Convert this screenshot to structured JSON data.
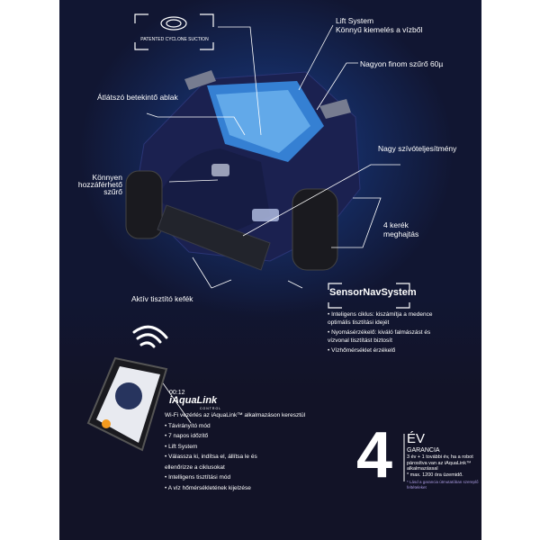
{
  "badges": {
    "cyclone": "PATENTED CYCLONE SUCTION",
    "sensor_nav": "SensorNavSystem",
    "aqualink": "iAquaLink",
    "aqualink_sub": "CONTROL"
  },
  "callouts": {
    "lift_system_title": "Lift System",
    "lift_system_desc": "Könnyű kiemelés a vízből",
    "filter": "Nagyon finom szűrő 60µ",
    "window": "Átlátszó betekintő ablak",
    "suction": "Nagy szívóteljesítmény",
    "easy_filter": [
      "Könnyen",
      "hozzáférhető",
      "szűrő"
    ],
    "wheels": [
      "4 kerék",
      "meghajtás"
    ],
    "brushes": "Aktív tisztító kefék"
  },
  "sensor_features": [
    "• Inteligens ciklus: kiszámítja a medence optimális tisztítási idejét",
    "• Nyomásérzékelő: kiváló falmászást és vízvonal tisztítást biztosít",
    "• Vízhőmérséklet érzékelő"
  ],
  "app_features": {
    "intro": "Wi-Fi vezérlés az iAquaLink™ alkalmazáson keresztül",
    "items": [
      "• Távirányító mód",
      "• 7 napos időzítő",
      "• Lift System",
      "• Válassza ki, indítsa el, állítsa le és ellenőrizze a ciklusokat",
      "• Intelligens tisztítási mód",
      "• A víz hőmérsékletének kijelzése"
    ]
  },
  "phone": {
    "timer": "00:12"
  },
  "warranty": {
    "number": "4",
    "unit": "ÉV",
    "label": "GARANCIA",
    "desc": "3 év + 1 további év, ha a robot párosítva van az iAquaLink™ alkalmazással",
    "max": "* max. 1200 óra üzemidő.",
    "note": "* Lásd a garancia útmutatóban szereplő feltételeket"
  },
  "colors": {
    "background": "#121327",
    "glow": "#1f3f86",
    "robot": "#1b2150",
    "water": "#3fa0ff",
    "note": "#a99adf"
  }
}
